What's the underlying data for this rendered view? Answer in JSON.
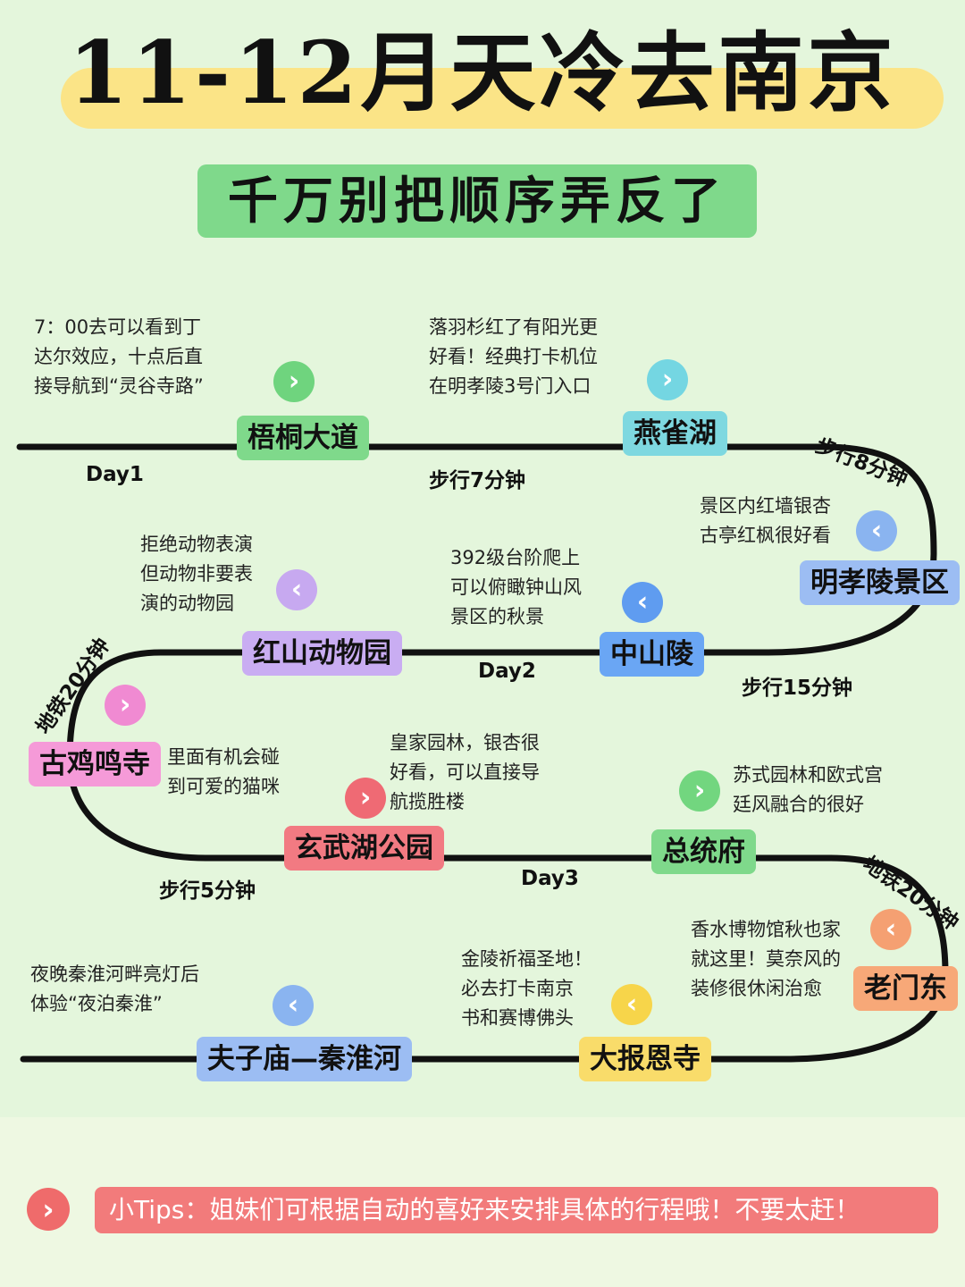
{
  "title": "11-12月天冷去南京",
  "subtitle": "千万别把顺序弄反了",
  "colors": {
    "title_highlight": "#fbe487",
    "subtitle_bg": "#7fd98b",
    "route_line": "#111111",
    "tip_bg": "#f27b7b",
    "background": "#e4f6dc"
  },
  "days": [
    "Day1",
    "Day2",
    "Day3"
  ],
  "stations": {
    "wutong": "梧桐大道",
    "yanque": "燕雀湖",
    "mingxiaoling": "明孝陵景区",
    "zhongshanling": "中山陵",
    "hongshan": "红山动物园",
    "jiming": "古鸡鸣寺",
    "xuanwu": "玄武湖公园",
    "zongtong": "总统府",
    "laomendong": "老门东",
    "dabaoen": "大报恩寺",
    "fuzimiao": "夫子庙—秦淮河"
  },
  "notes": {
    "wutong": [
      "7：00去可以看到丁",
      "达尔效应，十点后直",
      "接导航到“灵谷寺路”"
    ],
    "yanque": [
      "落羽杉红了有阳光更",
      "好看！经典打卡机位",
      "在明孝陵3号门入口"
    ],
    "mingxiaoling": [
      "景区内红墙银杏",
      "古亭红枫很好看"
    ],
    "zhongshanling": [
      "392级台阶爬上",
      "可以俯瞰钟山风",
      "景区的秋景"
    ],
    "hongshan": [
      "拒绝动物表演",
      "但动物非要表",
      "演的动物园"
    ],
    "jiming": [
      "里面有机会碰",
      "到可爱的猫咪"
    ],
    "xuanwu": [
      "皇家园林，银杏很",
      "好看，可以直接导",
      "航揽胜楼"
    ],
    "zongtong": [
      "苏式园林和欧式宫",
      "廷风融合的很好"
    ],
    "laomendong": [
      "香水博物馆秋也家",
      "就这里！莫奈风的",
      "装修很休闲治愈"
    ],
    "dabaoen": [
      "金陵祈福圣地！",
      "必去打卡南京",
      "书和赛博佛头"
    ],
    "fuzimiao": [
      "夜晚秦淮河畔亮灯后",
      "体验“夜泊秦淮”"
    ]
  },
  "transit": {
    "walk7": "步行7分钟",
    "walk8": "步行8分钟",
    "walk15": "步行15分钟",
    "metro20a": "地铁20分钟",
    "walk5": "步行5分钟",
    "metro20b": "地铁20分钟"
  },
  "arrow_glyphs": {
    "right": "›",
    "left": "‹"
  },
  "tip": "小Tips：姐妹们可根据自动的喜好来安排具体的行程哦！不要太赶！"
}
